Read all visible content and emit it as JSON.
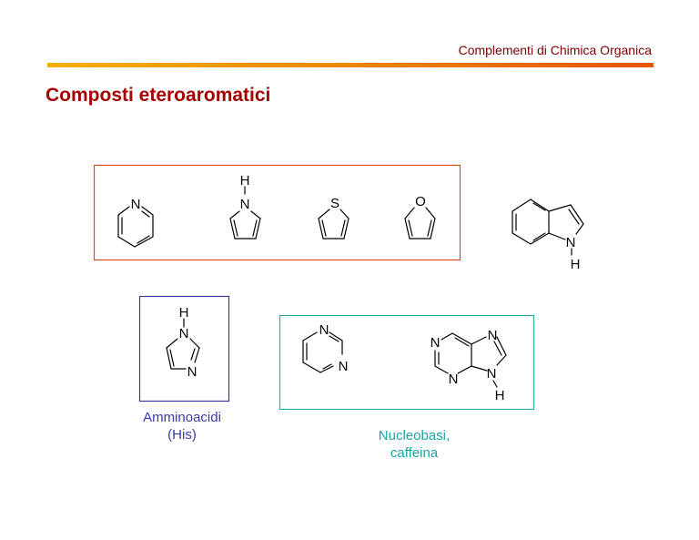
{
  "header": {
    "title": "Complementi di Chimica Organica"
  },
  "page": {
    "title": "Composti eteroaromatici"
  },
  "groups": {
    "simple_heterocycles": {
      "border_color": "#e34a1d"
    },
    "amino_acids": {
      "border_color": "#3b3b9e",
      "caption_line1": "Amminoacidi",
      "caption_line2": "(His)"
    },
    "nucleobases": {
      "border_color": "#2bb0b0",
      "caption_line1": "Nucleobasi,",
      "caption_line2": "caffeina"
    }
  },
  "atoms": {
    "pyridine_n": "N",
    "pyrrole_n": "N",
    "pyrrole_h": "H",
    "thiophene_s": "S",
    "furan_o": "O",
    "indole_n": "N",
    "indole_h": "H",
    "imidazole_n1": "N",
    "imidazole_h": "H",
    "imidazole_n3": "N",
    "pyrimidine_n1": "N",
    "pyrimidine_n3": "N",
    "purine_n1": "N",
    "purine_n3": "N",
    "purine_n7": "N",
    "purine_n9": "N",
    "purine_h": "H"
  },
  "colors": {
    "title": "#a40000",
    "header_text": "#7a0000",
    "rule_start": "#f3b000",
    "rule_end": "#e85400"
  }
}
